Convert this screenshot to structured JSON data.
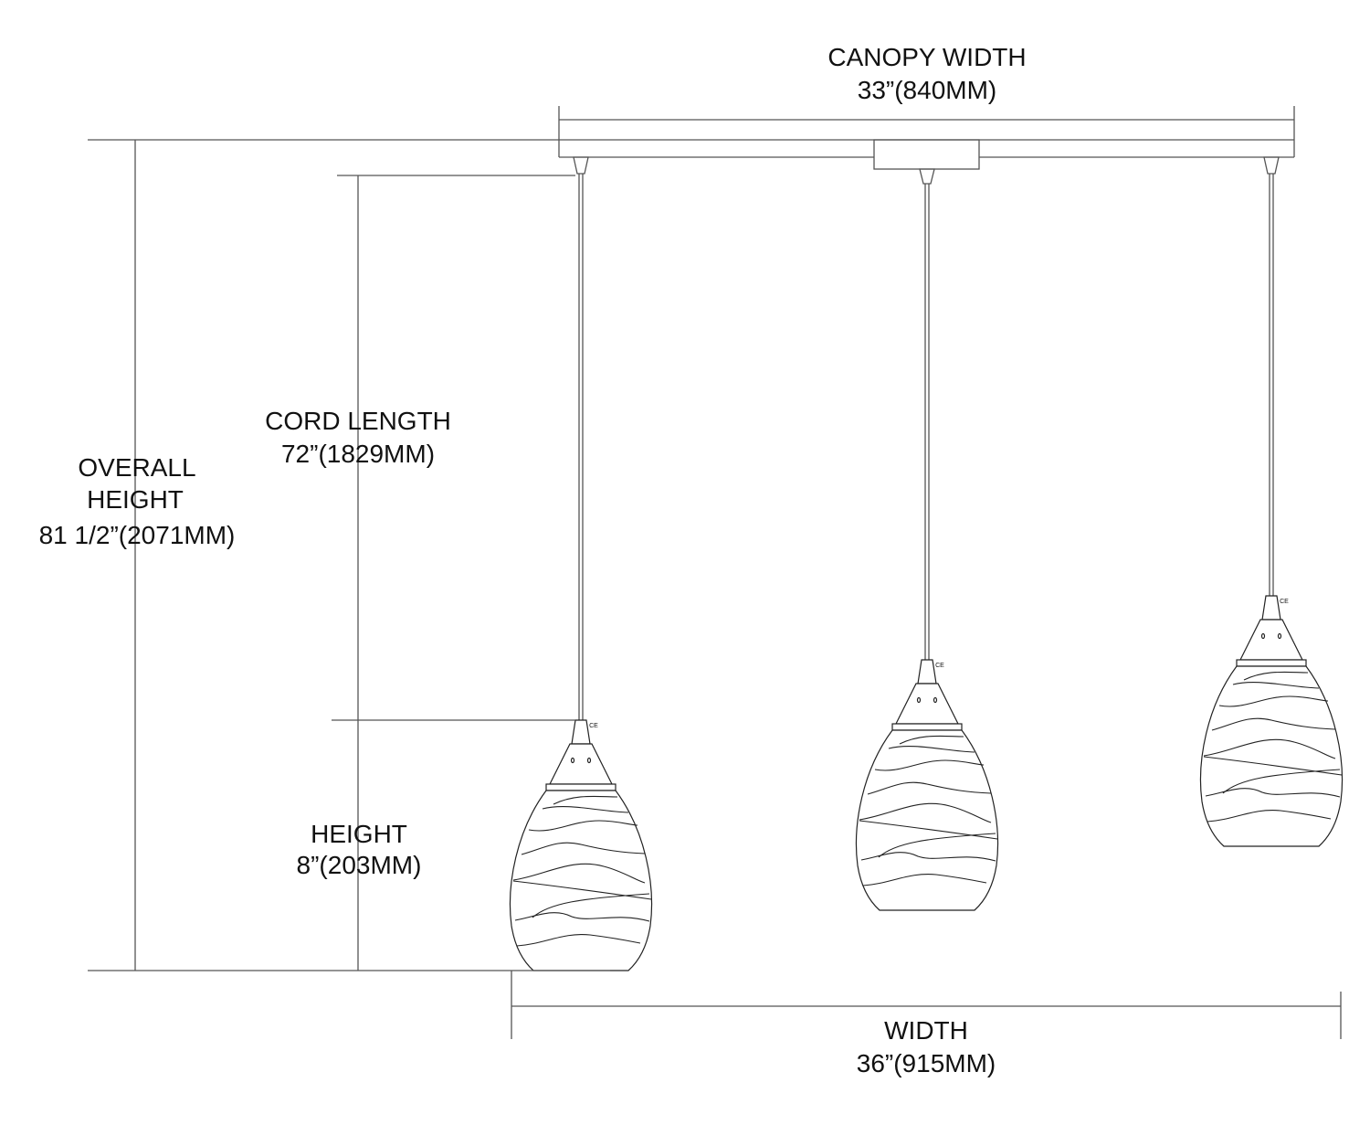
{
  "canopy_width": {
    "label": "CANOPY WIDTH",
    "value": "33”(840MM)"
  },
  "cord_length": {
    "label": "CORD LENGTH",
    "value": "72”(1829MM)"
  },
  "overall_height": {
    "label_line1": "OVERALL",
    "label_line2": "HEIGHT",
    "value": "81 1/2”(2071MM)"
  },
  "height": {
    "label": "HEIGHT",
    "value": "8”(203MM)"
  },
  "width": {
    "label": "WIDTH",
    "value": "36”(915MM)"
  },
  "colors": {
    "line": "#555555",
    "ink": "#222222",
    "background": "#ffffff"
  }
}
